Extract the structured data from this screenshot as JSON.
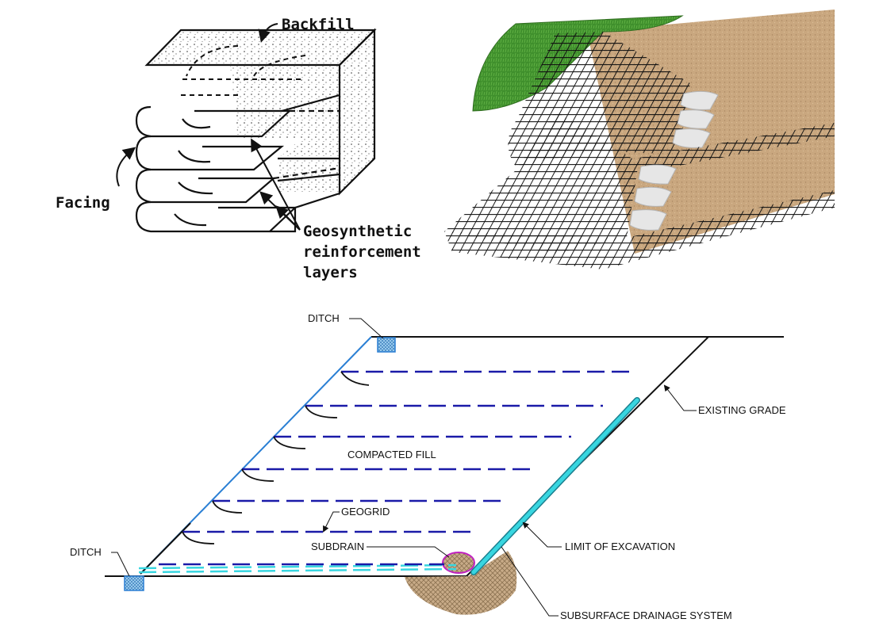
{
  "sketch": {
    "labels": {
      "backfill": "Backfill",
      "facing": "Facing",
      "reinforcement_line1": "Geosynthetic",
      "reinforcement_line2": "reinforcement",
      "reinforcement_line3": "layers"
    },
    "layer_count": 4
  },
  "rendering": {
    "tier_count": 2,
    "colors": {
      "grass": "#3f8f2c",
      "soil": "#c9a77f",
      "grid": "#111111",
      "bags": "#e8e8e8"
    }
  },
  "section": {
    "labels": {
      "ditch_top": "DITCH",
      "ditch_bottom": "DITCH",
      "existing_grade": "EXISTING GRADE",
      "compacted_fill": "COMPACTED FILL",
      "geogrid": "GEOGRID",
      "subdrain": "SUBDRAIN",
      "limit_of_excavation": "LIMIT OF EXCAVATION",
      "subsurface_drainage": "SUBSURFACE DRAINAGE SYSTEM"
    },
    "geogrid_layer_count": 7,
    "colors": {
      "geogrid": "#1a1aa8",
      "drain": "#38d6e0",
      "facing": "#2a7fd4",
      "ditch": "#3aa0e0",
      "subdrain_outline": "#c020c0",
      "drainage_fill": "#c8ab88"
    }
  }
}
